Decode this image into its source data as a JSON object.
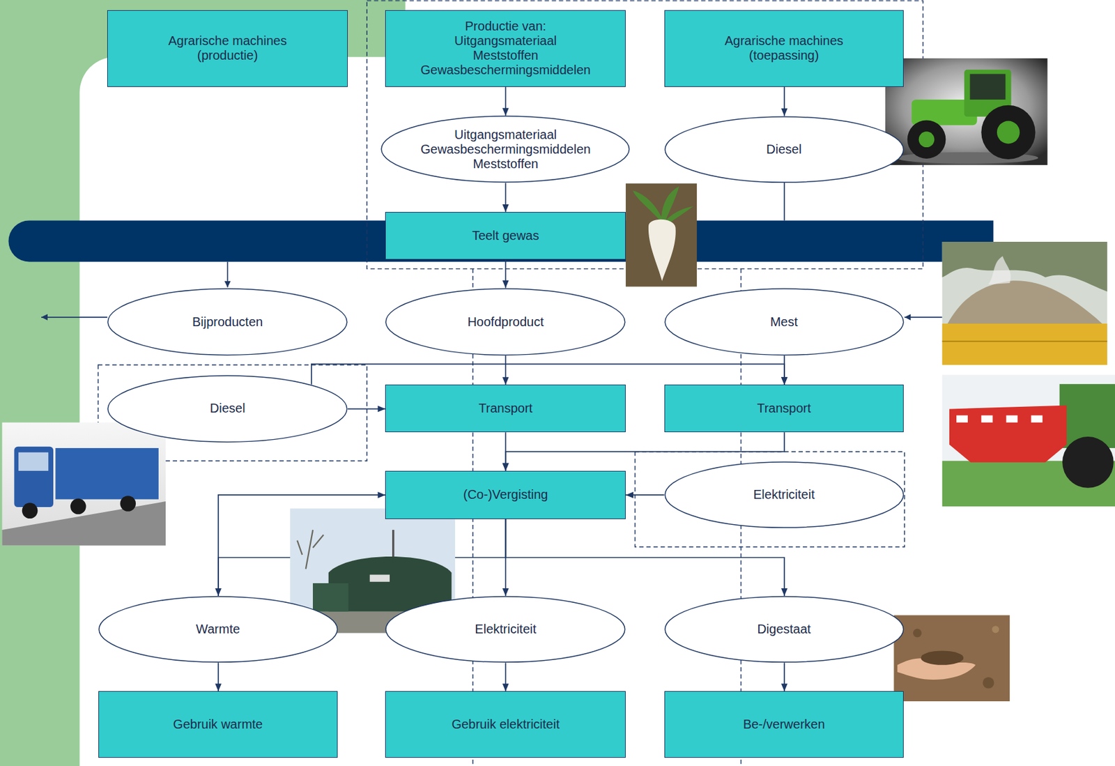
{
  "diagram": {
    "nodes": [
      {
        "text": [
          "Agrarische machines (productie)"
        ]
      },
      {
        "text": [
          "Productie van:",
          "Uitgangsmateriaal",
          "Meststoffen",
          "Gewasbeschermingsmiddelen"
        ]
      },
      {
        "text": [
          "Agrarische machines (toepassing)"
        ]
      },
      {
        "text": [
          "Uitgangsmateriaal",
          "Gewasbeschermingsmiddelen",
          "Meststoffen"
        ]
      },
      {
        "text": [
          "Diesel"
        ]
      },
      {
        "text": [
          "Teelt gewas"
        ]
      },
      {
        "text": [
          "Bijproducten"
        ]
      },
      {
        "text": [
          "Hoofdproduct"
        ]
      },
      {
        "text": [
          "Mest"
        ]
      },
      {
        "text": [
          "Diesel"
        ]
      },
      {
        "text": [
          "Transport"
        ]
      },
      {
        "text": [
          "Transport"
        ]
      },
      {
        "text": [
          "(Co-)Vergisting"
        ]
      },
      {
        "text": [
          "Elektriciteit"
        ]
      },
      {
        "text": [
          "Warmte"
        ]
      },
      {
        "text": [
          "Elektriciteit"
        ]
      },
      {
        "text": [
          "Digestaat"
        ]
      },
      {
        "text": [
          "Gebruik warmte"
        ]
      },
      {
        "text": [
          "Gebruik elektriciteit"
        ]
      },
      {
        "text": [
          "Be-/verwerken"
        ]
      }
    ],
    "edges": [
      {
        "from": 1,
        "to": 3,
        "arrow": "to"
      },
      {
        "from": 2,
        "to": 4,
        "arrow": "to"
      },
      {
        "from": 3,
        "to": 5,
        "arrow": "to"
      },
      {
        "from": 5,
        "to": 7,
        "arrow": "to"
      },
      {
        "from": 7,
        "to": 10,
        "arrow": "to"
      },
      {
        "from": 8,
        "to": 11,
        "arrow": "to"
      },
      {
        "from": 9,
        "to": 10,
        "arrow": "to"
      },
      {
        "from": 9,
        "to": 11,
        "arrow": "to"
      },
      {
        "from": 10,
        "to": 12,
        "arrow": "to"
      },
      {
        "from": 11,
        "to": 12,
        "arrow": "to"
      },
      {
        "from": 13,
        "to": 12,
        "arrow": "to"
      },
      {
        "from": 12,
        "to": 14,
        "arrow": "to"
      },
      {
        "from": 14,
        "to": 12,
        "arrow": "to"
      },
      {
        "from": 12,
        "to": 15,
        "arrow": "to"
      },
      {
        "from": 12,
        "to": 16,
        "arrow": "to"
      },
      {
        "from": 14,
        "to": 17,
        "arrow": "to"
      },
      {
        "from": 15,
        "to": 18,
        "arrow": "to"
      },
      {
        "from": 16,
        "to": 19,
        "arrow": "to"
      }
    ]
  }
}
